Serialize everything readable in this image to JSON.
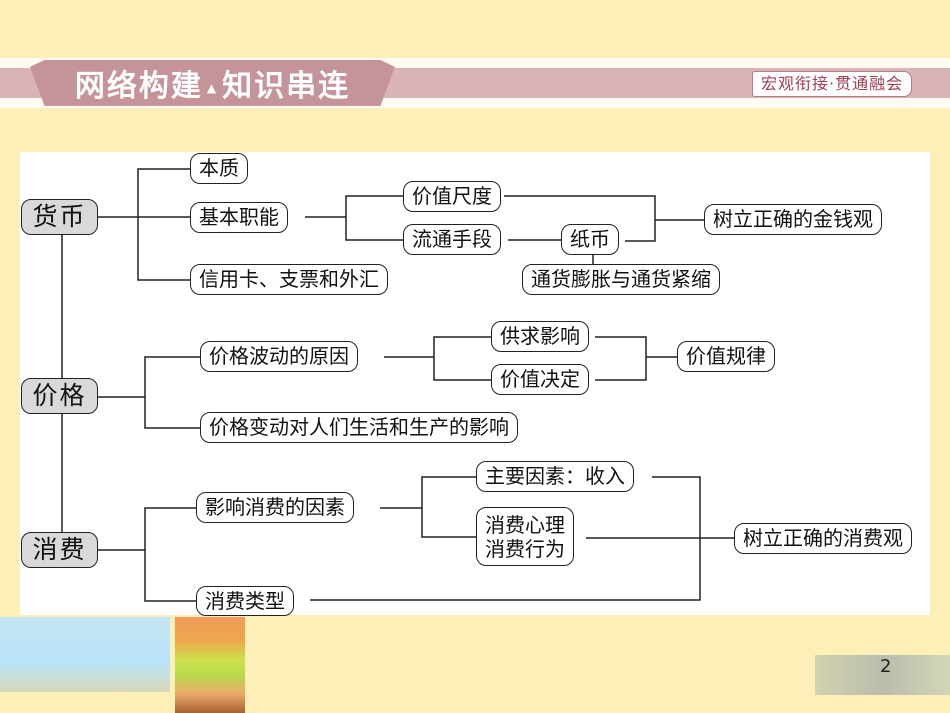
{
  "header": {
    "title_left": "网络构建",
    "title_sep": "▲",
    "title_right": "知识串连",
    "tag": "宏观衔接·贯通融会"
  },
  "mindmap": {
    "money": {
      "root": "货币",
      "essence": "本质",
      "functions": "基本职能",
      "measure_of_value": "价值尺度",
      "medium_of_circulation": "流通手段",
      "paper_money": "纸币",
      "inflation_deflation": "通货膨胀与通货紧缩",
      "money_view": "树立正确的金钱观",
      "credit": "信用卡、支票和外汇"
    },
    "price": {
      "root": "价格",
      "fluctuation_cause": "价格波动的原因",
      "supply_demand": "供求影响",
      "value_decides": "价值决定",
      "law_of_value": "价值规律",
      "impact": "价格变动对人们生活和生产的影响"
    },
    "consumption": {
      "root": "消费",
      "factors": "影响消费的因素",
      "main_factor": "主要因素：收入",
      "psychology": "消费心理",
      "behavior": "消费行为",
      "types": "消费类型",
      "consumption_view": "树立正确的消费观"
    }
  },
  "footer": {
    "page_number": "2"
  },
  "colors": {
    "background": "#fdefb8",
    "banner": "#c4949a",
    "banner_bar": "#d8b4b6",
    "tag_text": "#a0404f",
    "root_fill": "#d9d9d9"
  }
}
